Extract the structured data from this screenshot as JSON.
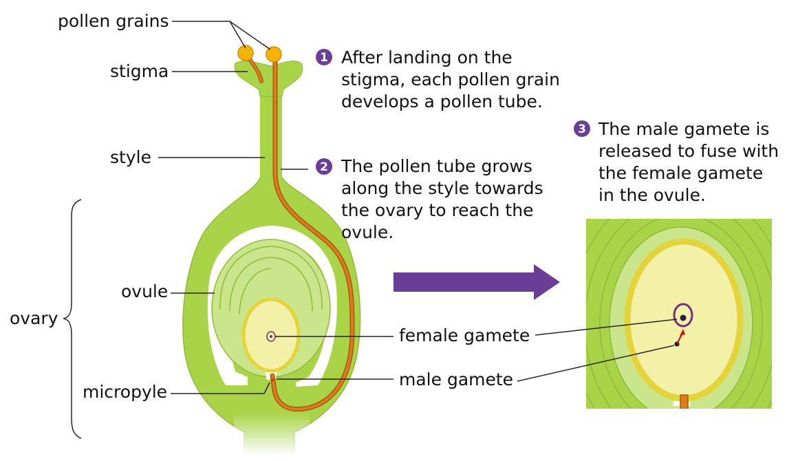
{
  "labels": {
    "pollen_grains": "pollen grains",
    "stigma": "stigma",
    "style": "style",
    "ovary": "ovary",
    "ovule": "ovule",
    "micropyle": "micropyle",
    "female_gamete": "female gamete",
    "male_gamete": "male gamete"
  },
  "steps": [
    {
      "number": "1",
      "lines": [
        "After landing on the",
        "stigma, each pollen grain",
        "develops a pollen tube."
      ]
    },
    {
      "number": "2",
      "lines": [
        "The pollen tube grows",
        "along the style towards",
        "the ovary to reach the",
        "ovule."
      ]
    },
    {
      "number": "3",
      "lines": [
        "The male gamete is",
        "released to fuse with",
        "the female gamete",
        "in the ovule."
      ]
    }
  ],
  "colors": {
    "tissue": "#a9d448",
    "tissue_light": "#cbe68a",
    "tissue_outline": "#8fb93a",
    "pollen": "#f4b400",
    "pollen_tube": "#e07a1a",
    "embryo_sac": "#f3f0a8",
    "embryo_sac_rim": "#e3d43a",
    "arrow": "#6a3d96",
    "badge": "#6a3d96",
    "gamete_outline": "#7a2a7a",
    "male_gamete_arrow": "#cc1111"
  }
}
